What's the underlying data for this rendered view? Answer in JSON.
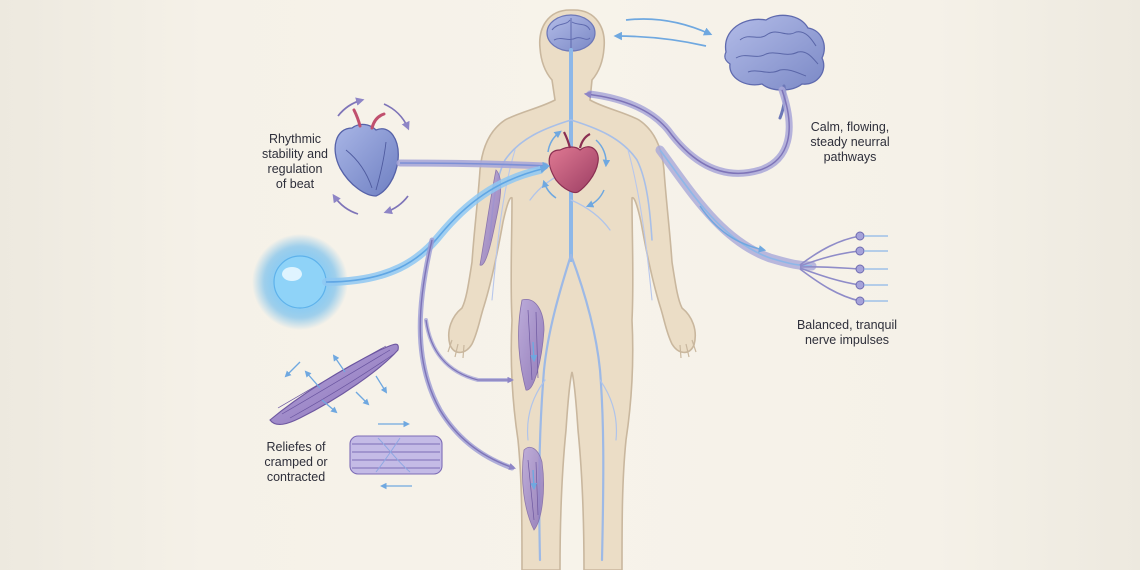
{
  "labels": {
    "heart": [
      "Rhythmic",
      "stability and",
      "regulation",
      "of beat"
    ],
    "neural": [
      "Calm, flowing,",
      "steady neurral",
      "pathways"
    ],
    "nerve": [
      "Balanced, tranquil",
      "nerve impulses"
    ],
    "muscle": [
      "Reliefes of",
      "cramped or",
      "contracted"
    ]
  },
  "colors": {
    "background": "#F5F1E8",
    "skin": "#EBDDC6",
    "skin_outline": "#C9B79E",
    "nerve_blue": "#8DB7E8",
    "pathway_purple": "#A9A7D8",
    "muscle_purple": "#9C86C4",
    "heart_red": "#C0506E",
    "brain_blue": "#8C9AD0",
    "glow_blue": "#6FBFF2"
  },
  "icons": [
    "brain-icon",
    "heart-icon",
    "glow-orb-icon",
    "muscle-icon",
    "nerve-ending-icon",
    "cycle-arrow-icon"
  ]
}
